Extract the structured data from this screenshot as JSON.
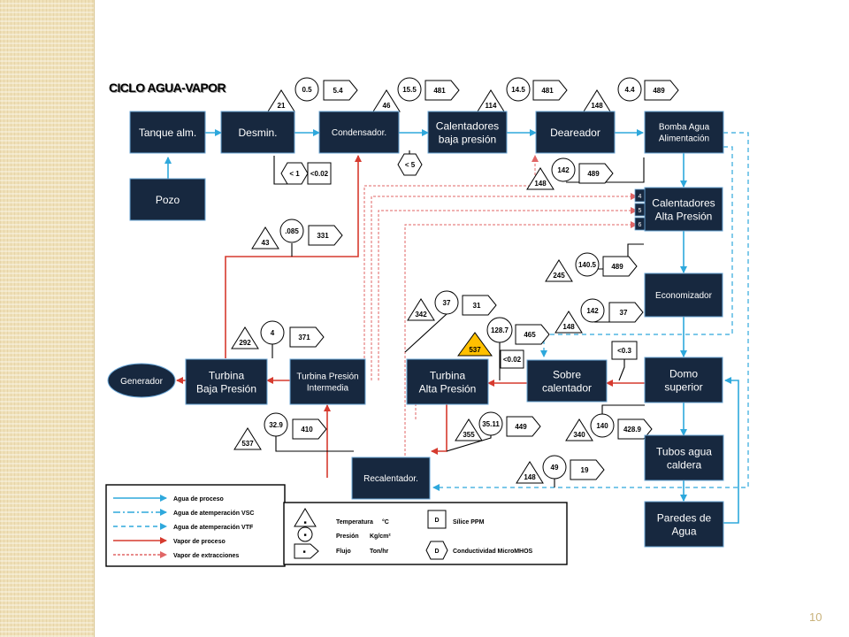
{
  "slide": {
    "title": "CICLO AGUA-VAPOR",
    "page_number": "10"
  },
  "colors": {
    "box_fill": "#17283f",
    "box_text": "#ffffff",
    "process_water": "#2ea8dc",
    "steam_process": "#d63a2e",
    "steam_extraction": "#e06666",
    "side_band": "#efe0b8",
    "alarm_triangle": "#ffc000"
  },
  "boxes": {
    "tanque": "Tanque alm.",
    "desmin": "Desmin.",
    "condensador": "Condensador.",
    "calentadores_baja": [
      "Calentadores",
      "baja presión"
    ],
    "deareador": "Deareador",
    "bomba": [
      "Bomba Agua",
      "Alimentación"
    ],
    "pozo": "Pozo",
    "calentadores_alta": [
      "Calentadores",
      "Alta Presión"
    ],
    "calentadores_alta_tabs": [
      "4",
      "5",
      "6"
    ],
    "economizador": "Economizador",
    "domo": [
      "Domo",
      "superior"
    ],
    "sobrecalentador": [
      "Sobre",
      "calentador"
    ],
    "turbina_alta": [
      "Turbina",
      "Alta Presión"
    ],
    "turbina_intermedia": [
      "Turbina Presión",
      "Intermedia"
    ],
    "turbina_baja": [
      "Turbina",
      "Baja Presión"
    ],
    "generador": "Generador",
    "recalentador": "Recalentador.",
    "tubos": [
      "Tubos agua",
      "caldera"
    ],
    "paredes": [
      "Paredes de",
      "Agua"
    ]
  },
  "instruments": {
    "desmin": {
      "temp": "21",
      "pres": "0.5",
      "flow": "5.4"
    },
    "condensador_out": {
      "temp": "46",
      "pres": "15.5",
      "flow": "481"
    },
    "condensador_quality": {
      "cond": "< 1",
      "silica": "<0.02"
    },
    "calent_baja_out": {
      "temp": "114",
      "pres": "14.5",
      "flow": "481"
    },
    "calent_baja_cond": "< 5",
    "deareador_out": {
      "temp": "148",
      "pres": "4.4",
      "flow": "489"
    },
    "bomba_out": {
      "temp": "148",
      "pres": "142",
      "flow": "489"
    },
    "calent_alta_out": {
      "temp": "245",
      "pres": "140.5",
      "flow": "489"
    },
    "economizador_out": {
      "temp": "148",
      "pres": "142",
      "flow": "37"
    },
    "domo_silica": "<0.3",
    "domo_steam": {
      "temp": "340",
      "pres": "140",
      "flow": "428.9"
    },
    "attemp_vtf": {
      "temp": "148",
      "pres": "49",
      "flow": "19"
    },
    "sobrecal_out": {
      "temp": "537",
      "pres": "128.7",
      "flow": "465",
      "silica": "<0.02"
    },
    "turbina_alta_ext": {
      "temp": "342",
      "pres": "37",
      "flow": "31"
    },
    "turbina_alta_out": {
      "temp": "355",
      "pres": "35.11",
      "flow": "449"
    },
    "recal_out": {
      "temp": "537",
      "pres": "32.9",
      "flow": "410"
    },
    "turbina_int_out": {
      "temp": "292",
      "pres": "4",
      "flow": "371"
    },
    "turbina_baja_out": {
      "temp": "43",
      "pres": ".085",
      "flow": "331"
    }
  },
  "legend": {
    "lines": [
      "Agua de proceso",
      "Agua de atemperación VSC",
      "Agua de atemperación VTF",
      "Vapor de proceso",
      "Vapor de extracciones"
    ],
    "symbols": {
      "temp_label": "Temperatura",
      "temp_unit": "°C",
      "pres_label": "Presión",
      "pres_unit": "Kg/cm²",
      "flow_label": "Flujo",
      "flow_unit": "Ton/hr",
      "silica_label": "Sílice PPM",
      "cond_label": "Conductividad MicroMHOS",
      "shape_glyph": "■",
      "d_glyph": "D"
    }
  }
}
